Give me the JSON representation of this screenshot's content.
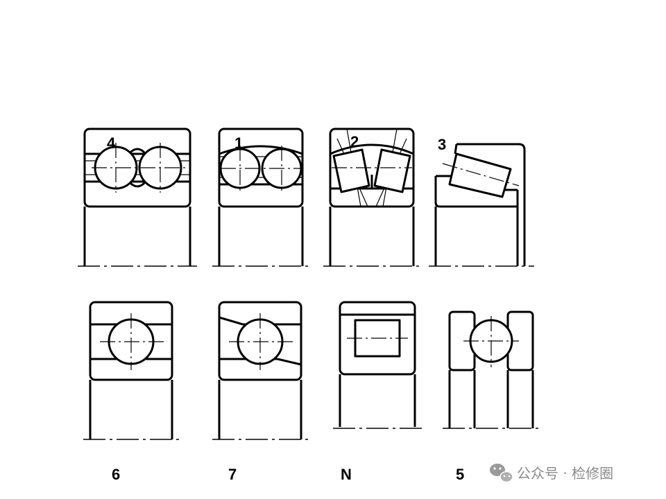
{
  "bearings": [
    {
      "id": "double-row-angular",
      "label": "4"
    },
    {
      "id": "self-aligning-ball",
      "label": "1"
    },
    {
      "id": "spherical-roller",
      "label": "2"
    },
    {
      "id": "tapered-roller",
      "label": "3"
    },
    {
      "id": "deep-groove-ball",
      "label": "6"
    },
    {
      "id": "angular-contact-ball",
      "label": "7"
    },
    {
      "id": "cylindrical-roller",
      "label": "N"
    },
    {
      "id": "thrust-ball",
      "label": "5"
    }
  ],
  "watermark": {
    "icon": "wechat-icon",
    "text": "公众号 · 检修圈",
    "color": "#8a8a8a"
  }
}
